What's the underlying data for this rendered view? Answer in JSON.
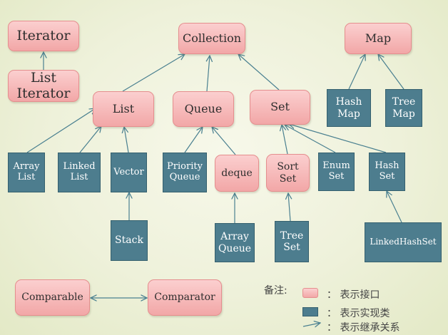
{
  "nodes": {
    "iterator": "Iterator",
    "list_iterator": "List\nIterator",
    "collection": "Collection",
    "map": "Map",
    "list": "List",
    "queue": "Queue",
    "set": "Set",
    "hash_map": "Hash\nMap",
    "tree_map": "Tree\nMap",
    "array_list": "Array\nList",
    "linked_list": "Linked\nList",
    "vector": "Vector",
    "priority_queue": "Priority\nQueue",
    "deque": "deque",
    "sort_set": "Sort\nSet",
    "enum_set": "Enum\nSet",
    "hash_set": "Hash\nSet",
    "stack": "Stack",
    "array_queue": "Array\nQueue",
    "tree_set": "Tree\nSet",
    "linked_hash_set": "LinkedHashSet",
    "comparable": "Comparable",
    "comparator": "Comparator"
  },
  "legend": {
    "title": "备注:",
    "interface_label": "：  表示接口",
    "impl_label": "：  表示实现类",
    "arrow_label": "：  表示继承关系"
  },
  "colors": {
    "interface_fill": "#f5b3b3",
    "impl_fill": "#4d7d8e",
    "arrow": "#4a8090"
  }
}
